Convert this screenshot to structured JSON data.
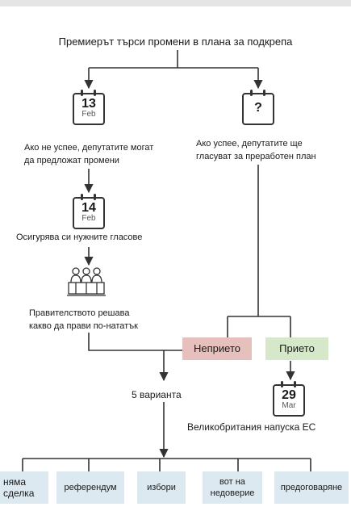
{
  "title": "Премиерът търси промени в плана за подкрепа",
  "left_branch": {
    "calendar1": {
      "day": "13",
      "month": "Feb"
    },
    "step1": [
      "Ако не успее, депутатите могат",
      "да предложат промени"
    ],
    "calendar2": {
      "day": "14",
      "month": "Feb"
    },
    "step2": "Осигурява си нужните гласове",
    "parliament_icon": "parliament-icon",
    "step3": [
      "Правителството решава",
      "какво да прави по-нататък"
    ]
  },
  "right_branch": {
    "calendar_unknown": {
      "day": "?"
    },
    "step1": [
      "Ако успее, депутатите ще",
      "гласуват за преработен план"
    ]
  },
  "vote": {
    "rejected": "Неприето",
    "accepted": "Прието",
    "rejected_color": "#e6c0bd",
    "accepted_color": "#d5e8c9"
  },
  "accepted_branch": {
    "calendar": {
      "day": "29",
      "month": "Mar"
    },
    "outcome": "Великобритания напуска ЕС"
  },
  "options_label": "5 варианта",
  "options": [
    "няма сделка",
    "референдум",
    "избори",
    "вот на недоверие",
    "предоговаряне"
  ],
  "colors": {
    "line": "#333333",
    "option_bg": "#dce9f1"
  }
}
